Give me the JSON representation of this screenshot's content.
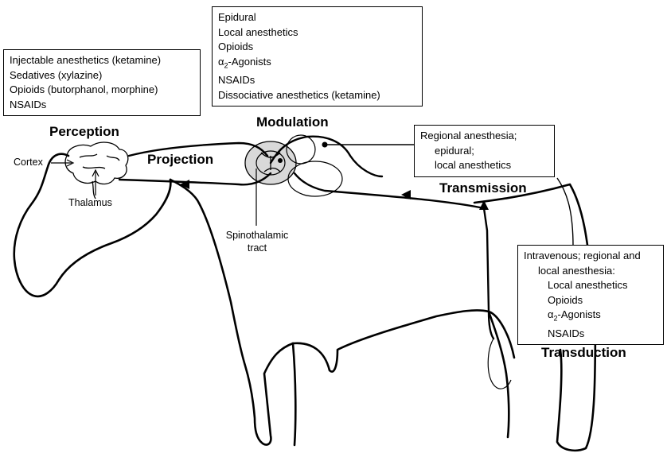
{
  "stages": {
    "perception": "Perception",
    "projection": "Projection",
    "modulation": "Modulation",
    "transmission": "Transmission",
    "transduction": "Transduction"
  },
  "labels": {
    "cortex": "Cortex",
    "thalamus": "Thalamus",
    "spinothalamic_1": "Spinothalamic",
    "spinothalamic_2": "tract"
  },
  "boxes": {
    "perception": [
      "Injectable anesthetics (ketamine)",
      "Sedatives (xylazine)",
      "Opioids (butorphanol, morphine)",
      "NSAIDs"
    ],
    "modulation": [
      "Epidural",
      "Local anesthetics",
      "Opioids",
      "α",
      "NSAIDs",
      "Dissociative anesthetics (ketamine)"
    ],
    "alpha_sub": "2",
    "alpha_tail": "-Agonists",
    "transmission": [
      "Regional anesthesia;",
      "epidural;",
      "local anesthetics"
    ],
    "transduction": [
      "Intravenous; regional and",
      "local anesthesia:",
      "Local anesthetics",
      "Opioids",
      "α",
      "NSAIDs"
    ]
  },
  "colors": {
    "line": "#000000",
    "cord_fill": "#d9d9d9",
    "background": "#ffffff"
  }
}
